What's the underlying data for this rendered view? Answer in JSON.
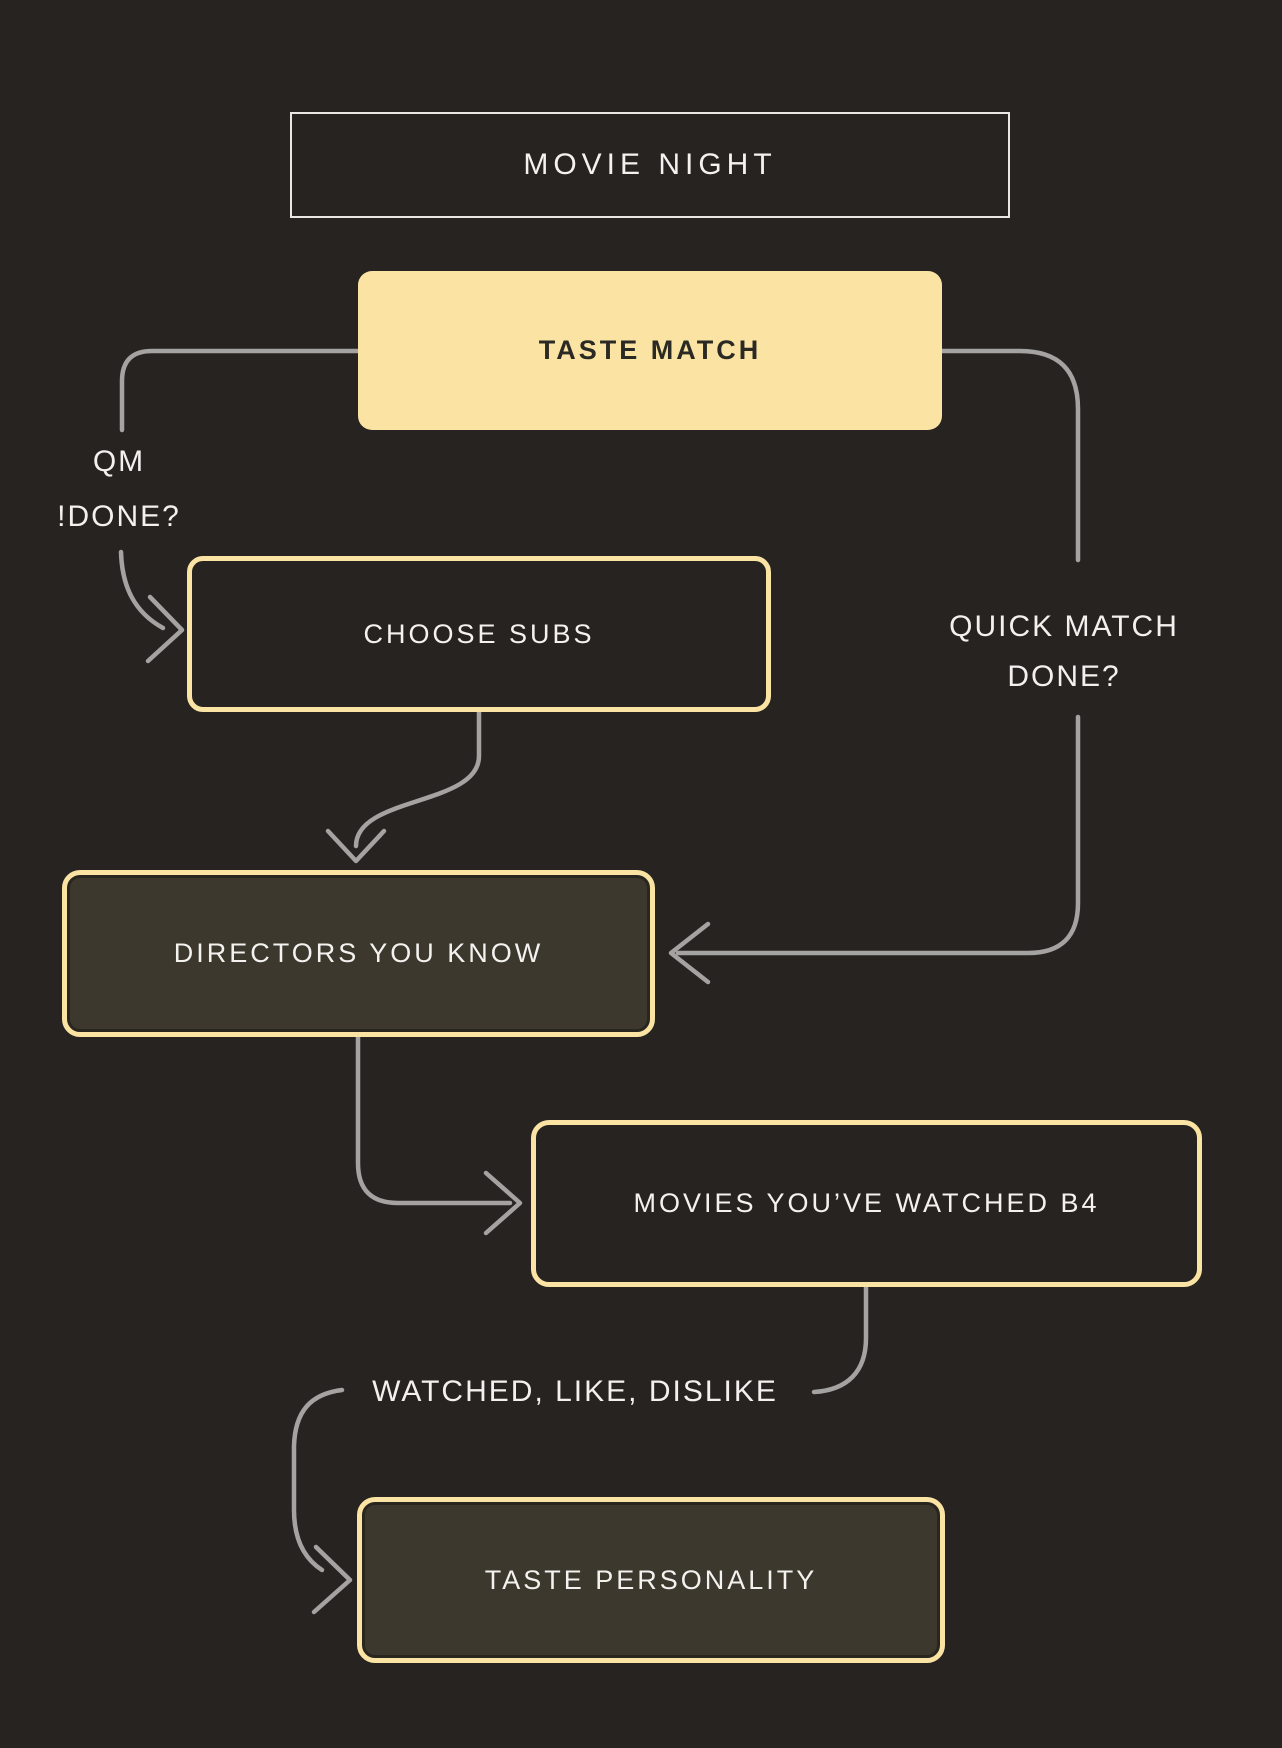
{
  "title": {
    "label": "MOVIE NIGHT"
  },
  "nodes": {
    "taste_match": {
      "label": "TASTE MATCH"
    },
    "choose_subs": {
      "label": "CHOOSE SUBS"
    },
    "directors": {
      "label": "DIRECTORS YOU KNOW"
    },
    "movies": {
      "label": "MOVIES YOU’VE WATCHED B4"
    },
    "taste_personality": {
      "label": "TASTE PERSONALITY"
    }
  },
  "edge_labels": {
    "qm_not_done": {
      "line1": "QM",
      "line2": "!DONE?"
    },
    "quick_match_done": {
      "line1": "QUICK MATCH",
      "line2": "DONE?"
    },
    "watched_like_dislike": {
      "line1": "WATCHED, LIKE, DISLIKE"
    }
  },
  "colors": {
    "background": "#262321",
    "accent_yellow": "#fae3a3",
    "olive_fill": "#3c382e",
    "edge_gray": "#a5a3a1",
    "text_light": "#f4f2ef",
    "text_dark": "#2b2923"
  }
}
